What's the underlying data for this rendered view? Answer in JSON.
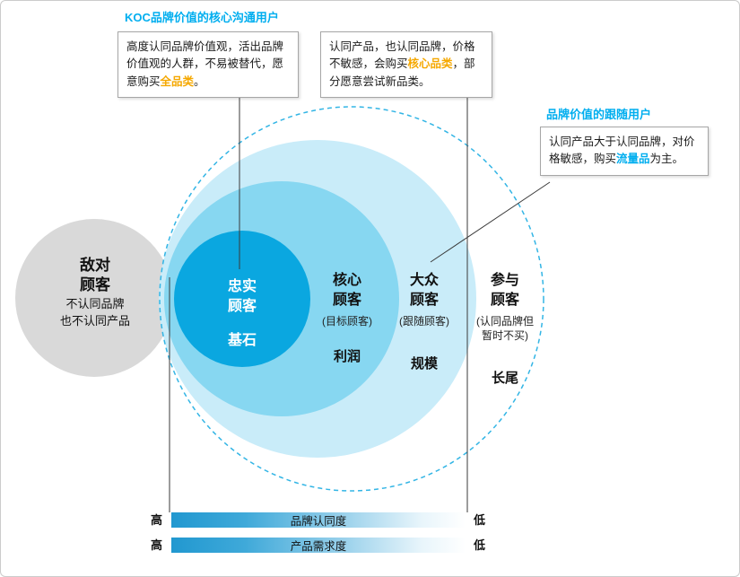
{
  "callouts": {
    "koc": {
      "title": "KOC品牌价值的核心沟通用户",
      "body_pre": "高度认同品牌价值观，活出品牌价值观的人群，不易被替代，愿意购买",
      "highlight": "全品类",
      "body_post": "。"
    },
    "core": {
      "body_pre": "认同产品，也认同品牌，价格不敏感，会购买",
      "highlight": "核心品类",
      "body_post": "，部分愿意尝试新品类。"
    },
    "follower": {
      "title": "品牌价值的跟随用户",
      "body_pre": "认同产品大于认同品牌，对价格敏感，购买",
      "highlight": "流量品",
      "body_post": "为主。"
    }
  },
  "hostile_circle": {
    "name_line1": "敌对",
    "name_line2": "顾客",
    "desc_line1": "不认同品牌",
    "desc_line2": "也不认同产品"
  },
  "loyal_circle": {
    "name_line1": "忠实",
    "name_line2": "顾客",
    "tag": "基石"
  },
  "segments": [
    {
      "name_line1": "核心",
      "name_line2": "顾客",
      "sub_line1": "(目标顾客)",
      "tag": "利润"
    },
    {
      "name_line1": "大众",
      "name_line2": "顾客",
      "sub_line1": "(跟随顾客)",
      "tag": "规模"
    },
    {
      "name_line1": "参与",
      "name_line2": "顾客",
      "sub_line1": "(认同品牌但",
      "sub_line2": "暂时不买)",
      "tag": "长尾"
    }
  ],
  "bars": [
    {
      "left_label": "高",
      "label": "品牌认同度",
      "right_label": "低"
    },
    {
      "left_label": "高",
      "label": "产品需求度",
      "right_label": "低"
    }
  ],
  "colors": {
    "callout_title_cyan": "#00AEEF",
    "highlight_orange": "#F5A800",
    "highlight_cyan": "#00AEEF",
    "inner_circle_fill": "#0AA7E0",
    "mid_circle_fill": "#87D7F1",
    "outer_circle_fill": "#C9ECF9",
    "dashed_circle_stroke": "#33B5E5",
    "hostile_circle_fill": "#D9D9D9",
    "bar_gradient_start": "#2198D0",
    "bar_gradient_end": "#FFFFFF"
  }
}
